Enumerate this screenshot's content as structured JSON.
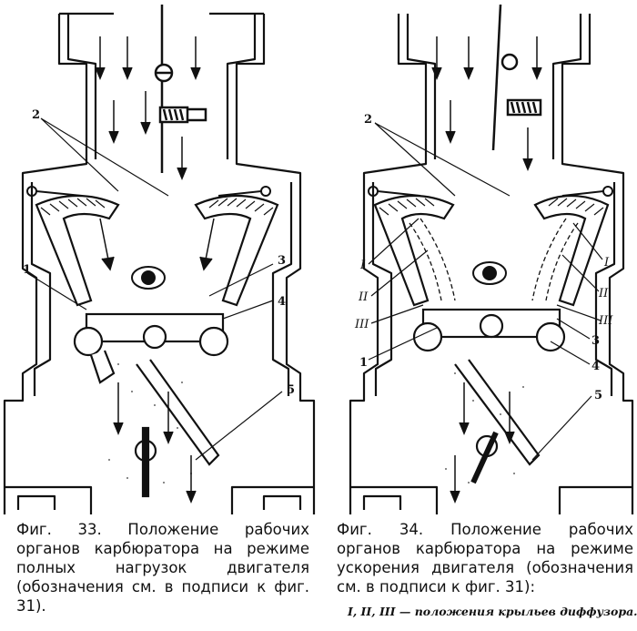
{
  "figures": [
    {
      "id": "fig33",
      "caption": "Фиг. 33. Положение рабочих органов карбюратора на режиме полных нагрузок двигателя (обозначения см. в подписи к фиг. 31).",
      "labels": {
        "l1": "1",
        "l2": "2",
        "l3": "3",
        "l4": "4",
        "l5": "5"
      }
    },
    {
      "id": "fig34",
      "caption": "Фиг. 34. Положение рабочих органов карбюратора на режиме ускорения двигателя (обозначения см. в подписи к фиг. 31):",
      "note": "I, II, III — положения крыльев диффузора.",
      "labels": {
        "l1": "1",
        "l2": "2",
        "l3": "3",
        "l4": "4",
        "l5": "5",
        "lI_left": "I",
        "lII_left": "II",
        "lIII_left": "III",
        "lI_right": "I",
        "lII_right": "II",
        "lIII_right": "III"
      }
    }
  ],
  "colors": {
    "ink": "#111111",
    "paper": "#ffffff"
  }
}
